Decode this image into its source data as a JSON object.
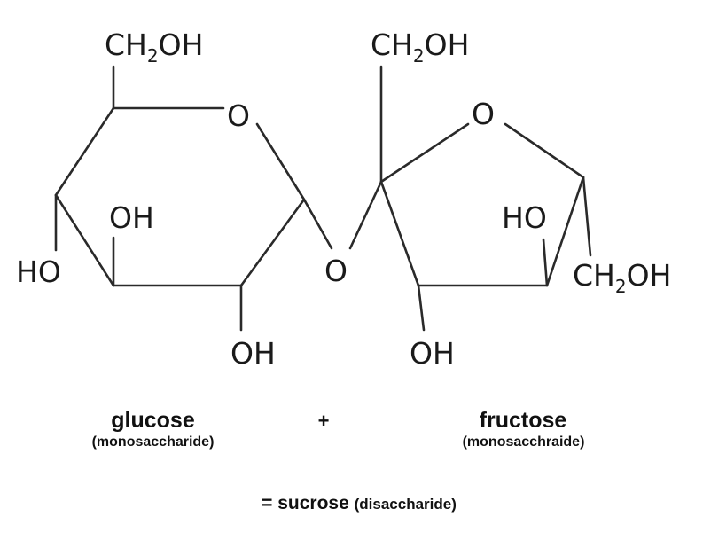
{
  "structure": {
    "glucose": {
      "ring_oxygen": "O",
      "c6_group": {
        "main": "CH",
        "sub": "2",
        "tail": "OH"
      },
      "c3_oh": "OH",
      "c4_ho": "HO",
      "c2_oh": "OH"
    },
    "glycosidic_oxygen": "O",
    "fructose": {
      "ring_oxygen": "O",
      "c1_group": {
        "main": "CH",
        "sub": "2",
        "tail": "OH"
      },
      "c4_ho": "HO",
      "c6_group": {
        "main": "CH",
        "sub": "2",
        "tail": "OH"
      },
      "c3_oh": "OH"
    }
  },
  "captions": {
    "glucose_name": "glucose",
    "glucose_kind": "(monosaccharide)",
    "plus": "+",
    "fructose_name": "fructose",
    "fructose_kind": "(monosacchraide)",
    "result_prefix": "= sucrose",
    "result_kind": "(disaccharide)"
  }
}
